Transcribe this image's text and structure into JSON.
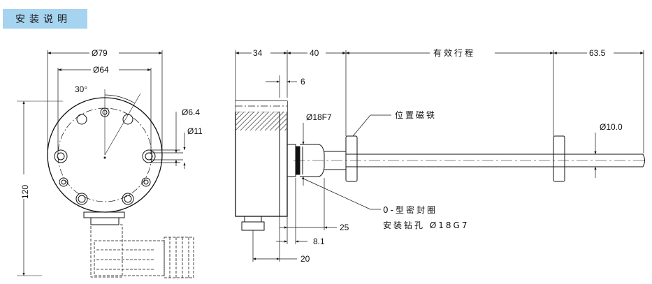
{
  "header": {
    "title": "安装说明"
  },
  "front_view": {
    "dim_outer_dia": "Ø79",
    "dim_bolt_circle": "Ø64",
    "dim_angle": "30°",
    "dim_hole_dia": "Ø6.4",
    "dim_counterbore": "Ø11",
    "dim_height": "120"
  },
  "side_view": {
    "dim_flange": "34",
    "dim_spacer": "40",
    "dim_stroke": "有效行程",
    "dim_tail": "63.5",
    "dim_lip": "6",
    "dim_seat": "Ø18F7",
    "dim_rod_dia": "Ø10.0",
    "label_magnet": "位置磁铁",
    "label_oring": "0-型密封圈",
    "label_bore": "安装钻孔  Ø18G7",
    "dim_25": "25",
    "dim_8_1": "8.1",
    "dim_20": "20"
  }
}
